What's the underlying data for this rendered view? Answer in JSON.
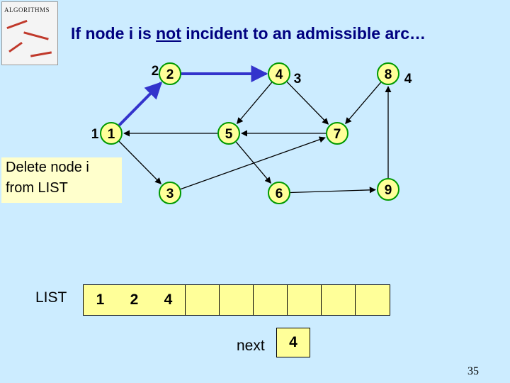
{
  "logo": {
    "text": "ALGORITHMS"
  },
  "title": {
    "before": "If node i is ",
    "emphasis": "not",
    "after": " incident to an admissible arc…"
  },
  "nodes": [
    {
      "id": "1",
      "label": "1"
    },
    {
      "id": "2",
      "label": "2"
    },
    {
      "id": "3",
      "label": "3"
    },
    {
      "id": "4",
      "label": "4"
    },
    {
      "id": "5",
      "label": "5"
    },
    {
      "id": "6",
      "label": "6"
    },
    {
      "id": "7",
      "label": "7"
    },
    {
      "id": "8",
      "label": "8"
    },
    {
      "id": "9",
      "label": "9"
    }
  ],
  "distance_labels": {
    "1": "1",
    "2": "2",
    "4": "3",
    "8": "4"
  },
  "edges": [
    {
      "from": "1",
      "to": "2",
      "highlight": true
    },
    {
      "from": "2",
      "to": "4",
      "highlight": true
    },
    {
      "from": "4",
      "to": "5"
    },
    {
      "from": "5",
      "to": "1"
    },
    {
      "from": "1",
      "to": "3"
    },
    {
      "from": "5",
      "to": "6"
    },
    {
      "from": "4",
      "to": "7"
    },
    {
      "from": "7",
      "to": "5"
    },
    {
      "from": "3",
      "to": "7"
    },
    {
      "from": "6",
      "to": "9"
    },
    {
      "from": "9",
      "to": "8"
    },
    {
      "from": "8",
      "to": "7"
    }
  ],
  "colors": {
    "background": "#ccecff",
    "node_fill": "#ffff99",
    "node_border": "#009900",
    "edge": "#000000",
    "highlight_edge": "#3333cc",
    "title": "#000080",
    "note_fill": "#ffffcc"
  },
  "note": {
    "line1": "Delete node i",
    "line2": "from LIST"
  },
  "list": {
    "label": "LIST",
    "cells": [
      "1",
      "2",
      "4",
      "",
      "",
      "",
      "",
      "",
      ""
    ]
  },
  "next": {
    "label": "next",
    "value": "4"
  },
  "page_number": "35"
}
